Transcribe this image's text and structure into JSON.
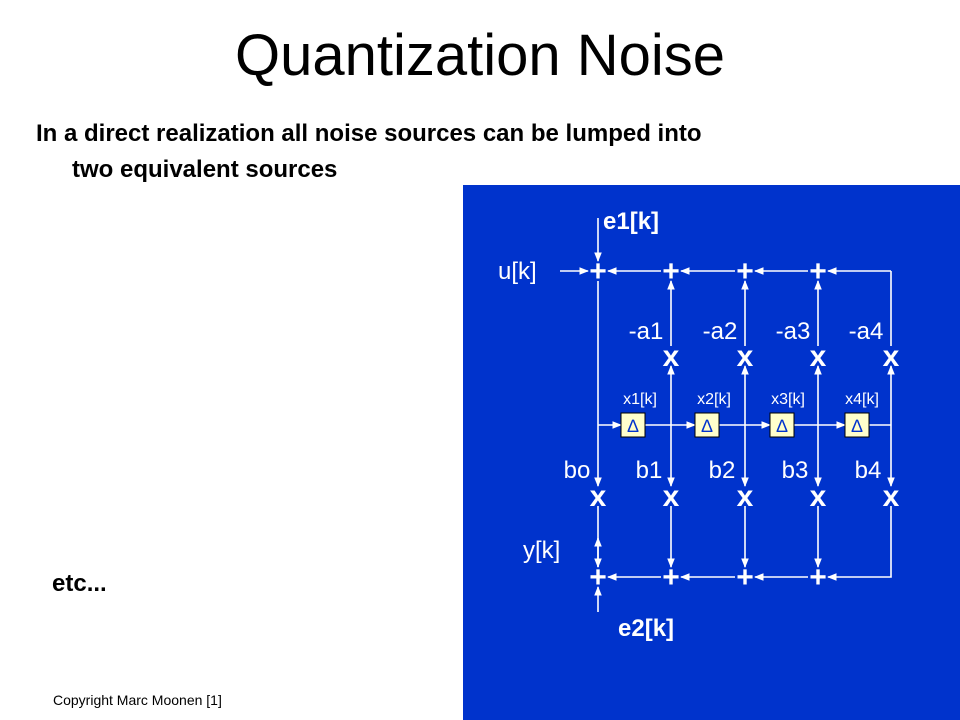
{
  "slide": {
    "title": "Quantization Noise",
    "subtitle_line1": "In a direct realization all noise sources can be lumped into",
    "subtitle_line2": "two equivalent sources",
    "etc": "etc...",
    "copyright": "Copyright Marc Moonen [1]"
  },
  "diagram": {
    "background": "#0033cc",
    "line_color": "#ffffff",
    "delay_fill": "#ffffcc",
    "delay_symbol": "∆",
    "adder_symbol": "+",
    "multiplier_symbol": "x",
    "labels": {
      "e1": "e1[k]",
      "u": "u[k]",
      "y": "y[k]",
      "e2": "e2[k]",
      "a": [
        "-a1",
        "-a2",
        "-a3",
        "-a4"
      ],
      "x": [
        "x1[k]",
        "x2[k]",
        "x3[k]",
        "x4[k]"
      ],
      "b": [
        "bo",
        "b1",
        "b2",
        "b3",
        "b4"
      ]
    }
  }
}
